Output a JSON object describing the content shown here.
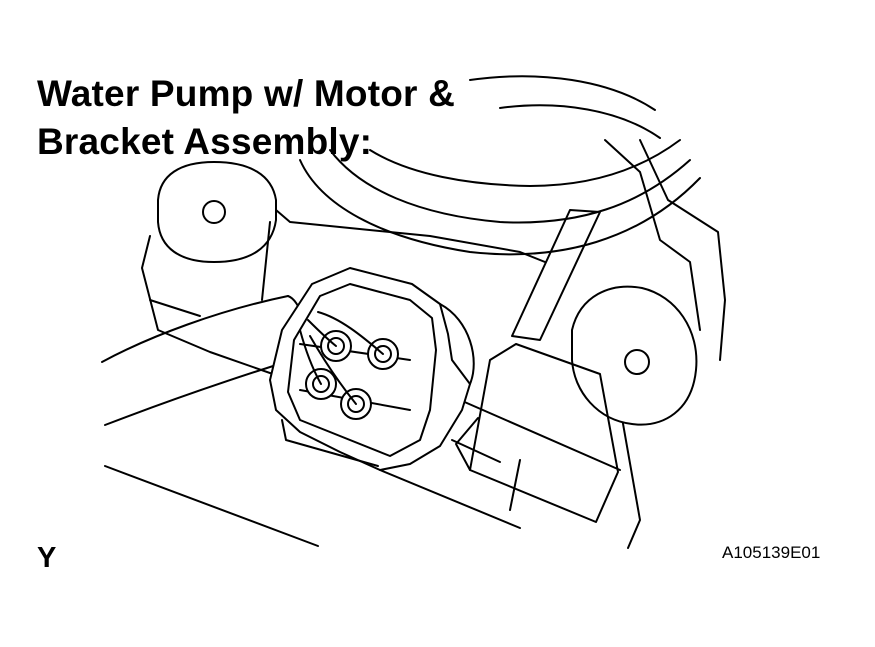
{
  "title": {
    "line1": "Water Pump w/ Motor &",
    "line2": "Bracket Assembly:"
  },
  "view_letter": "Y",
  "figure_code": "A105139E01",
  "colors": {
    "ink": "#000000",
    "paper": "#ffffff"
  }
}
